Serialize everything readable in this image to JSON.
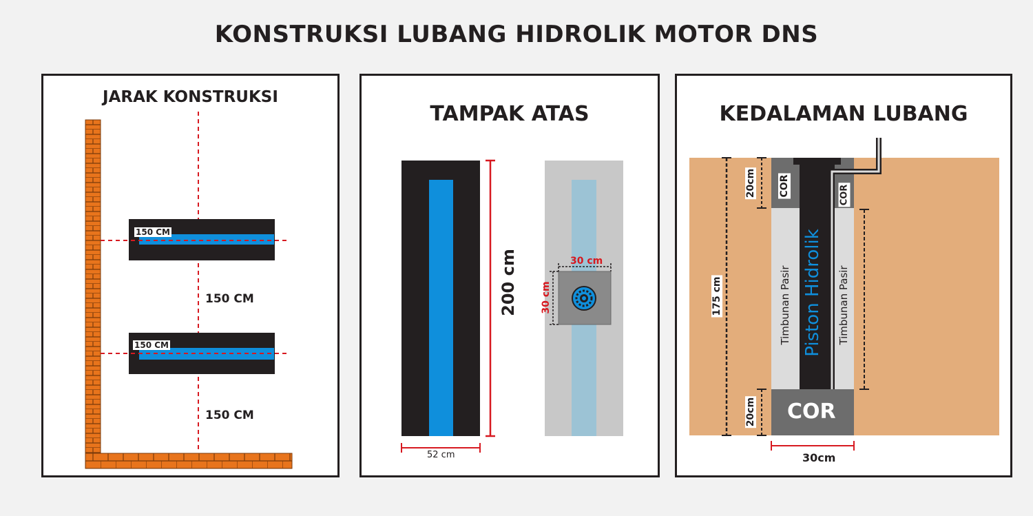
{
  "title": "KONSTRUKSI LUBANG HIDROLIK MOTOR DNS",
  "panel1": {
    "title": "JARAK KONSTRUKSI",
    "slot_label_top": "150 CM",
    "slot_label_bottom": "150 CM",
    "gap_label_1": "150 CM",
    "gap_label_2": "150 CM"
  },
  "panel2": {
    "title": "TAMPAK ATAS",
    "width_label": "52 cm",
    "length_label": "200 cm",
    "cor_width_label": "30 cm",
    "cor_height_label": "30 cm"
  },
  "panel3": {
    "title": "KEDALAMAN LUBANG",
    "cor_top_left": "COR",
    "cor_top_right": "COR",
    "cor_bottom": "COR",
    "cor_top_depth": "20cm",
    "cor_bottom_depth": "20cm",
    "total_depth": "175 cm",
    "sand_left": "Timbunan Pasir",
    "sand_right": "Timbunan Pasir",
    "piston": "Piston Hidrolik",
    "width_label": "30cm"
  },
  "colors": {
    "brick": "#e8741c",
    "dark": "#231f20",
    "blue": "#0f8fdc",
    "pale_blue": "#9cc3d5",
    "soil": "#e3ad7b",
    "sand": "#dcdcdc",
    "cor": "#6d6d6d",
    "red": "#d71920"
  }
}
